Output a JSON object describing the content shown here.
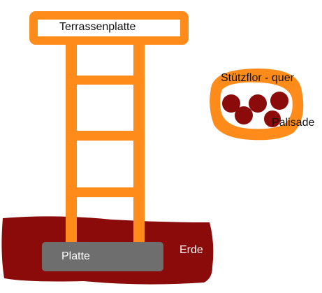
{
  "labels": {
    "terrace_slab": "Terrassenplatte",
    "support_floor": "Stützflor",
    "support_floor_cross": "Stützflor - quer",
    "palisade": "Palisade",
    "soil": "Erde",
    "slab": "Platte"
  },
  "colors": {
    "orange": "#FF8C1A",
    "dark_red": "#8B0A0A",
    "grey": "#6E6E6E",
    "white": "#FFFFFF",
    "text_dark": "#111111",
    "text_light": "#FFFFFF"
  }
}
